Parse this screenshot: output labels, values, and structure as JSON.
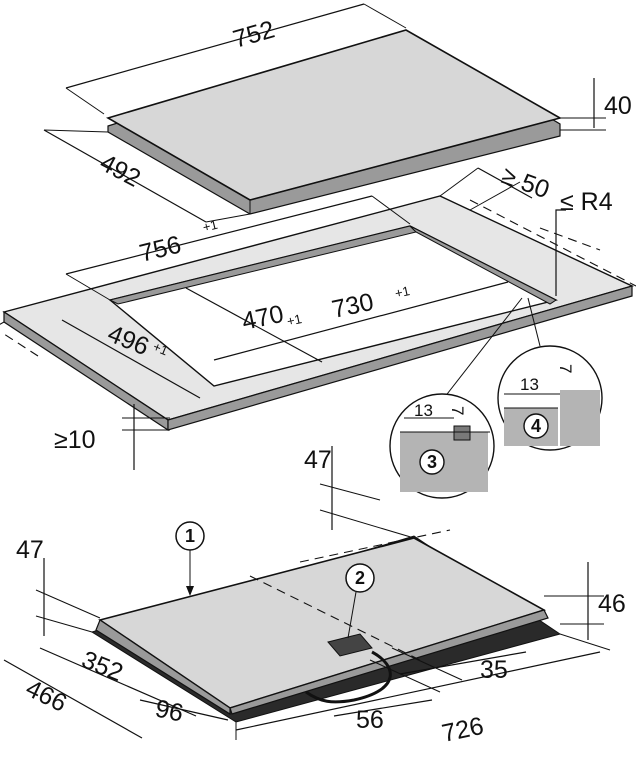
{
  "top_hob": {
    "width": "752",
    "height": "40",
    "depth": "492"
  },
  "cutout": {
    "outer_width": "756",
    "outer_width_tol": "+1",
    "inner_depth": "470",
    "inner_depth_tol": "+1",
    "inner_width": "730",
    "inner_width_tol": "+1",
    "outer_depth": "496",
    "outer_depth_tol": "+1",
    "rear_clearance": "≥ 50",
    "corner_radius": "≤ R4",
    "front_clearance": "≥10"
  },
  "details": [
    {
      "callout": "3",
      "width": "13",
      "height": "7"
    },
    {
      "callout": "4",
      "width": "13",
      "height": "7"
    }
  ],
  "bottom_hob": {
    "callout_1": "1",
    "callout_2": "2",
    "rear_offset_top": "47",
    "rear_offset_left": "47",
    "height": "46",
    "depth_inner": "352",
    "depth_outer": "466",
    "front_offset": "96",
    "conn_offset_a": "35",
    "conn_offset_b": "56",
    "width": "726"
  }
}
